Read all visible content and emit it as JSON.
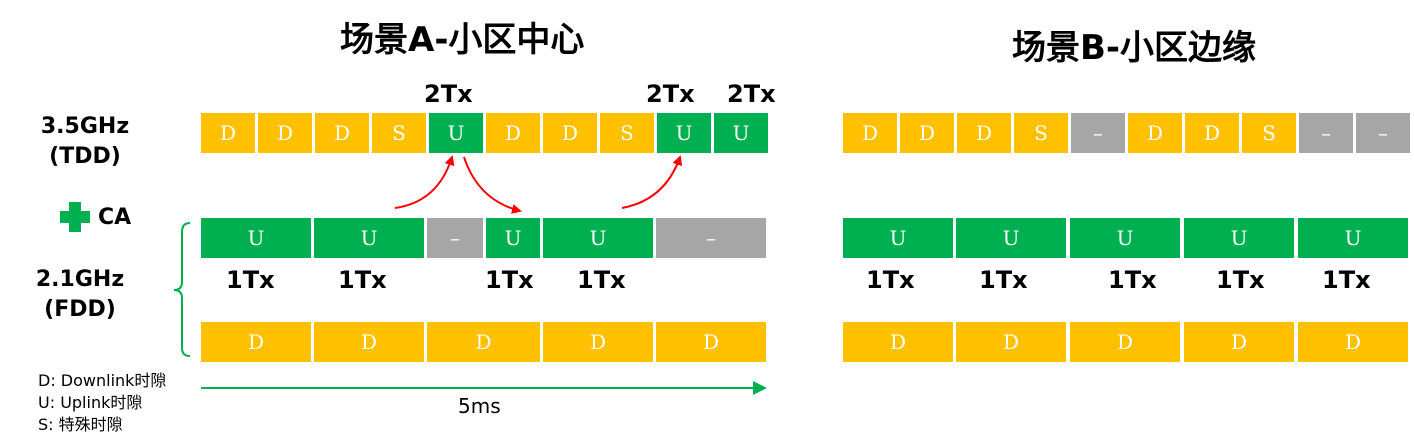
{
  "colors": {
    "downlink": "#FFC000",
    "uplink": "#00B050",
    "idle": "#A6A6A6",
    "arrow_red": "#FF0000",
    "arrow_green": "#00B050",
    "bracket": "#00B050"
  },
  "scenario_a": {
    "title": "场景A-小区中心",
    "tdd_slots": [
      "D",
      "D",
      "D",
      "S",
      "U",
      "D",
      "D",
      "S",
      "U",
      "U"
    ],
    "tdd_tx_labels": [
      "2Tx",
      "2Tx",
      "2Tx"
    ],
    "fdd_ul_slots": [
      "U",
      "U",
      "–",
      "U",
      "U",
      "–"
    ],
    "fdd_ul_tx_labels": [
      "1Tx",
      "1Tx",
      "1Tx",
      "1Tx"
    ],
    "fdd_dl_slots": [
      "D",
      "D",
      "D",
      "D",
      "D"
    ]
  },
  "scenario_b": {
    "title": "场景B-小区边缘",
    "tdd_slots": [
      "D",
      "D",
      "D",
      "S",
      "–",
      "D",
      "D",
      "S",
      "–",
      "–"
    ],
    "fdd_ul_slots": [
      "U",
      "U",
      "U",
      "U",
      "U"
    ],
    "fdd_ul_tx_labels": [
      "1Tx",
      "1Tx",
      "1Tx",
      "1Tx",
      "1Tx"
    ],
    "fdd_dl_slots": [
      "D",
      "D",
      "D",
      "D",
      "D"
    ]
  },
  "bands": {
    "tdd_line1": "3.5GHz",
    "tdd_line2": "(TDD)",
    "fdd_line1": "2.1GHz",
    "fdd_line2": "(FDD)"
  },
  "ca_label": "CA",
  "duration_label": "5ms",
  "legend": [
    "D: Downlink时隙",
    "U: Uplink时隙",
    "S: 特殊时隙"
  ]
}
